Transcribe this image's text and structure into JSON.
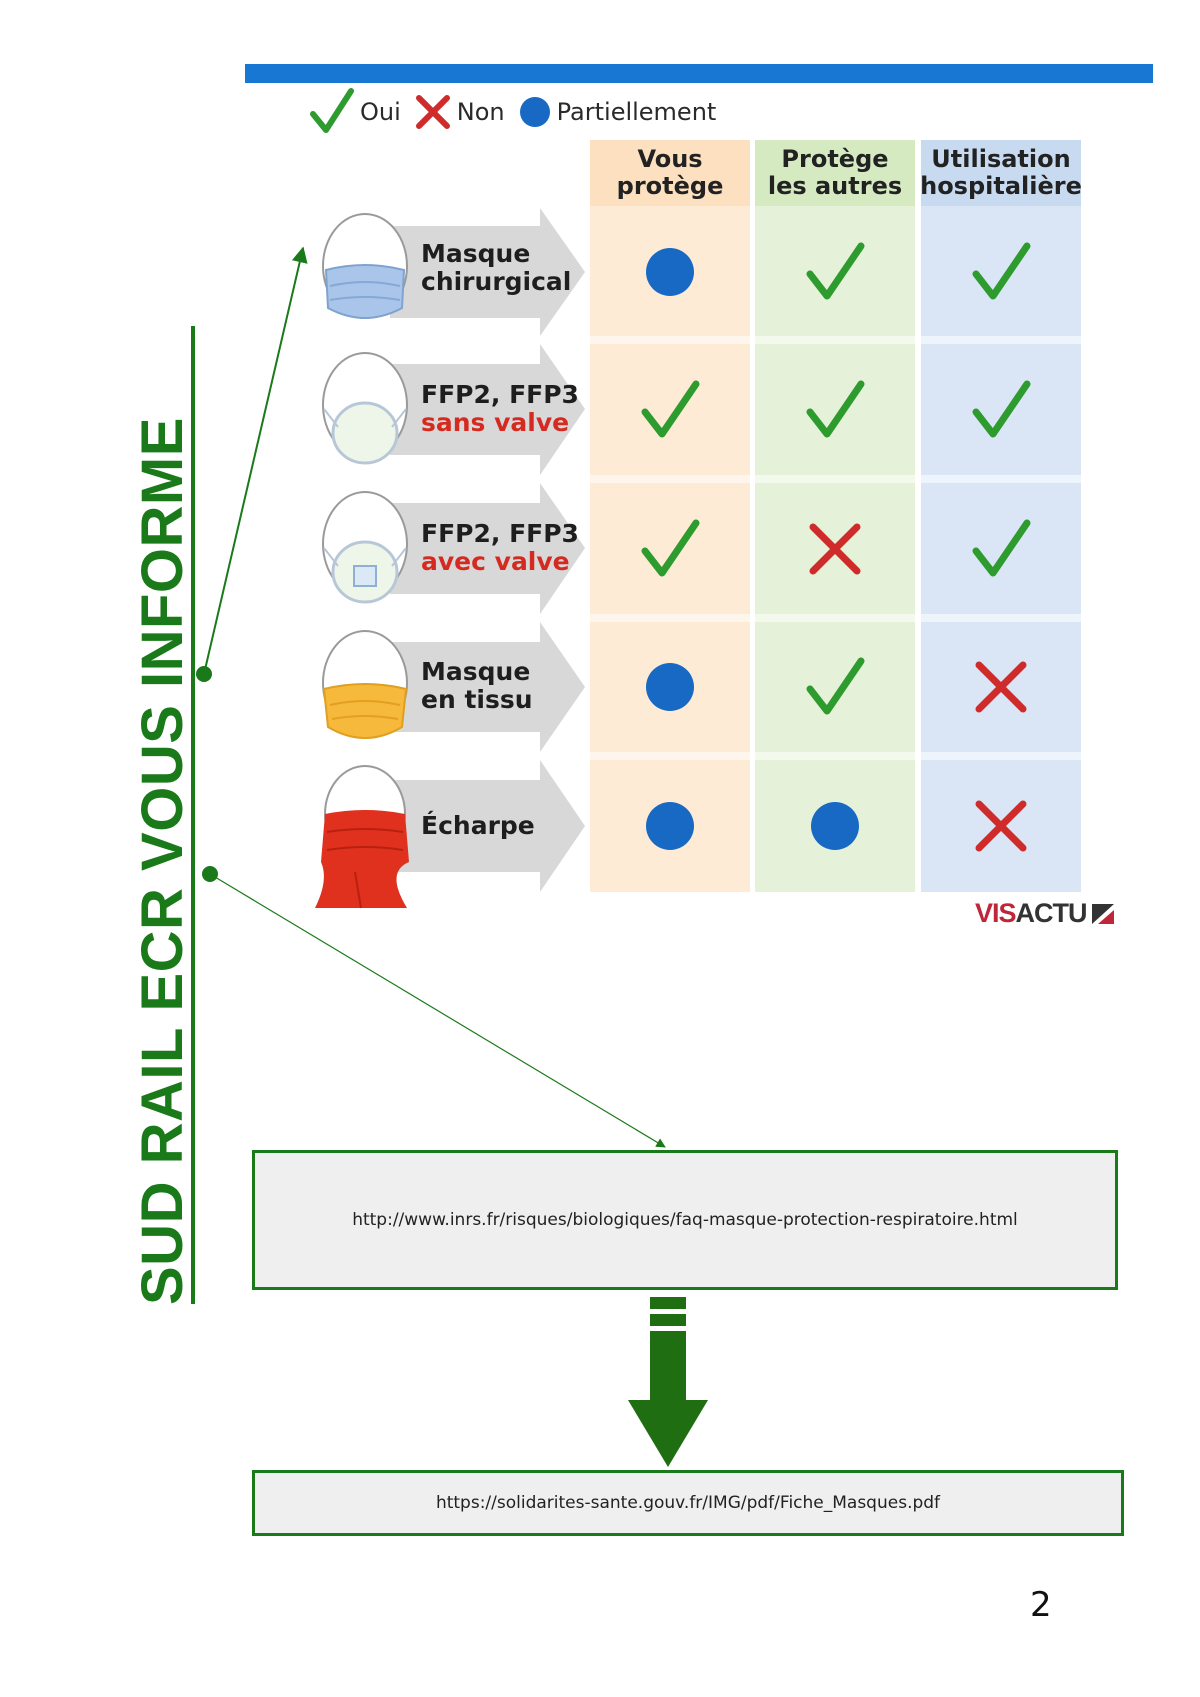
{
  "legend": {
    "oui": "Oui",
    "non": "Non",
    "partiel": "Partiellement"
  },
  "columns": [
    {
      "line1": "Vous",
      "line2": "protège",
      "bg": "#fdebd6",
      "bgHead": "#fce0c0"
    },
    {
      "line1": "Protège",
      "line2": "les autres",
      "bg": "#e5f1d8",
      "bgHead": "#d6eac2"
    },
    {
      "line1": "Utilisation",
      "line2": "hospitalière",
      "bg": "#dae6f5",
      "bgHead": "#c8daf0"
    }
  ],
  "rows": [
    {
      "line1": "Masque",
      "line2": "chirurgical",
      "sub": false,
      "values": [
        "partiel",
        "oui",
        "oui"
      ]
    },
    {
      "line1": "FFP2, FFP3",
      "line2": "sans valve",
      "sub": true,
      "values": [
        "oui",
        "oui",
        "oui"
      ]
    },
    {
      "line1": "FFP2, FFP3",
      "line2": "avec valve",
      "sub": true,
      "values": [
        "oui",
        "non",
        "oui"
      ]
    },
    {
      "line1": "Masque",
      "line2": "en tissu",
      "sub": false,
      "values": [
        "partiel",
        "oui",
        "non"
      ]
    },
    {
      "line1": "Écharpe",
      "line2": "",
      "sub": false,
      "values": [
        "partiel",
        "partiel",
        "non"
      ]
    }
  ],
  "credit": {
    "vis": "VIS",
    "actu": "ACTU"
  },
  "side_title": "SUD RAIL ECR VOUS INFORME",
  "links": {
    "inrs": "http://www.inrs.fr/risques/biologiques/faq-masque-protection-respiratoire.html",
    "solidarites": "https://solidarites-sante.gouv.fr/IMG/pdf/Fiche_Masques.pdf"
  },
  "page_number": "2",
  "colors": {
    "check": "#2e9b2e",
    "cross": "#cf2b2b",
    "dot": "#1769c4",
    "brand_green": "#1a7a1a",
    "top_bar": "#1877d2"
  }
}
